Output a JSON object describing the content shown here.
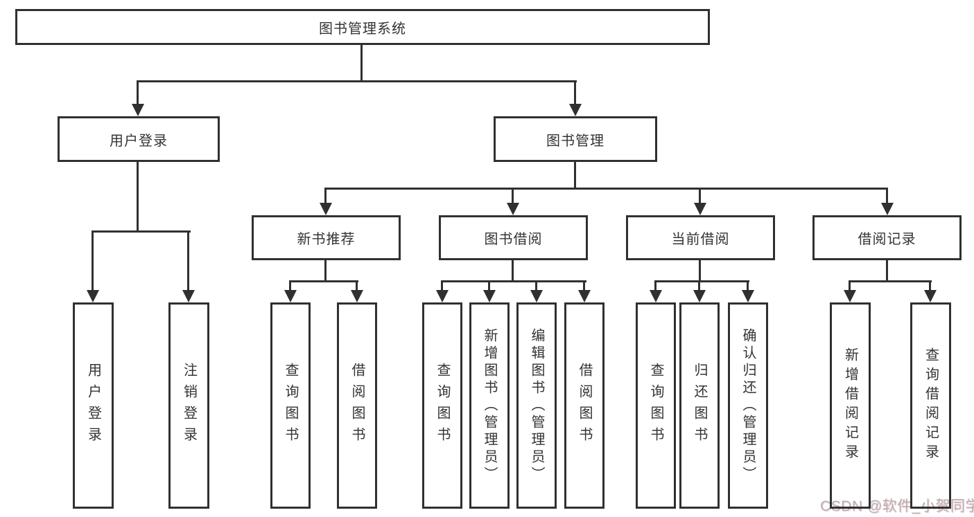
{
  "diagram_title": "图书管理系统",
  "nodes": {
    "root": "图书管理系统",
    "user_login": "用户登录",
    "book_mgmt": "图书管理",
    "new_books": "新书推荐",
    "book_borrow": "图书借阅",
    "current_borrow": "当前借阅",
    "borrow_records": "借阅记录",
    "leaf_user_login": "用户登录",
    "leaf_logout": "注销登录",
    "leaf_nb_query": "查询图书",
    "leaf_nb_borrow": "借阅图书",
    "leaf_bb_query": "查询图书",
    "leaf_bb_add": "新增图书（管理员）",
    "leaf_bb_edit": "编辑图书（管理员）",
    "leaf_bb_borrow": "借阅图书",
    "leaf_cb_query": "查询图书",
    "leaf_cb_return": "归还图书",
    "leaf_cb_confirm": "确认归还（管理员）",
    "leaf_br_add": "新增借阅记录",
    "leaf_br_query": "查询借阅记录"
  },
  "watermark": "CSDN @软件_小贺同学",
  "colors": {
    "line": "#303030",
    "box_border": "#303030",
    "text": "#333333",
    "watermark": "#b3b3b3"
  }
}
